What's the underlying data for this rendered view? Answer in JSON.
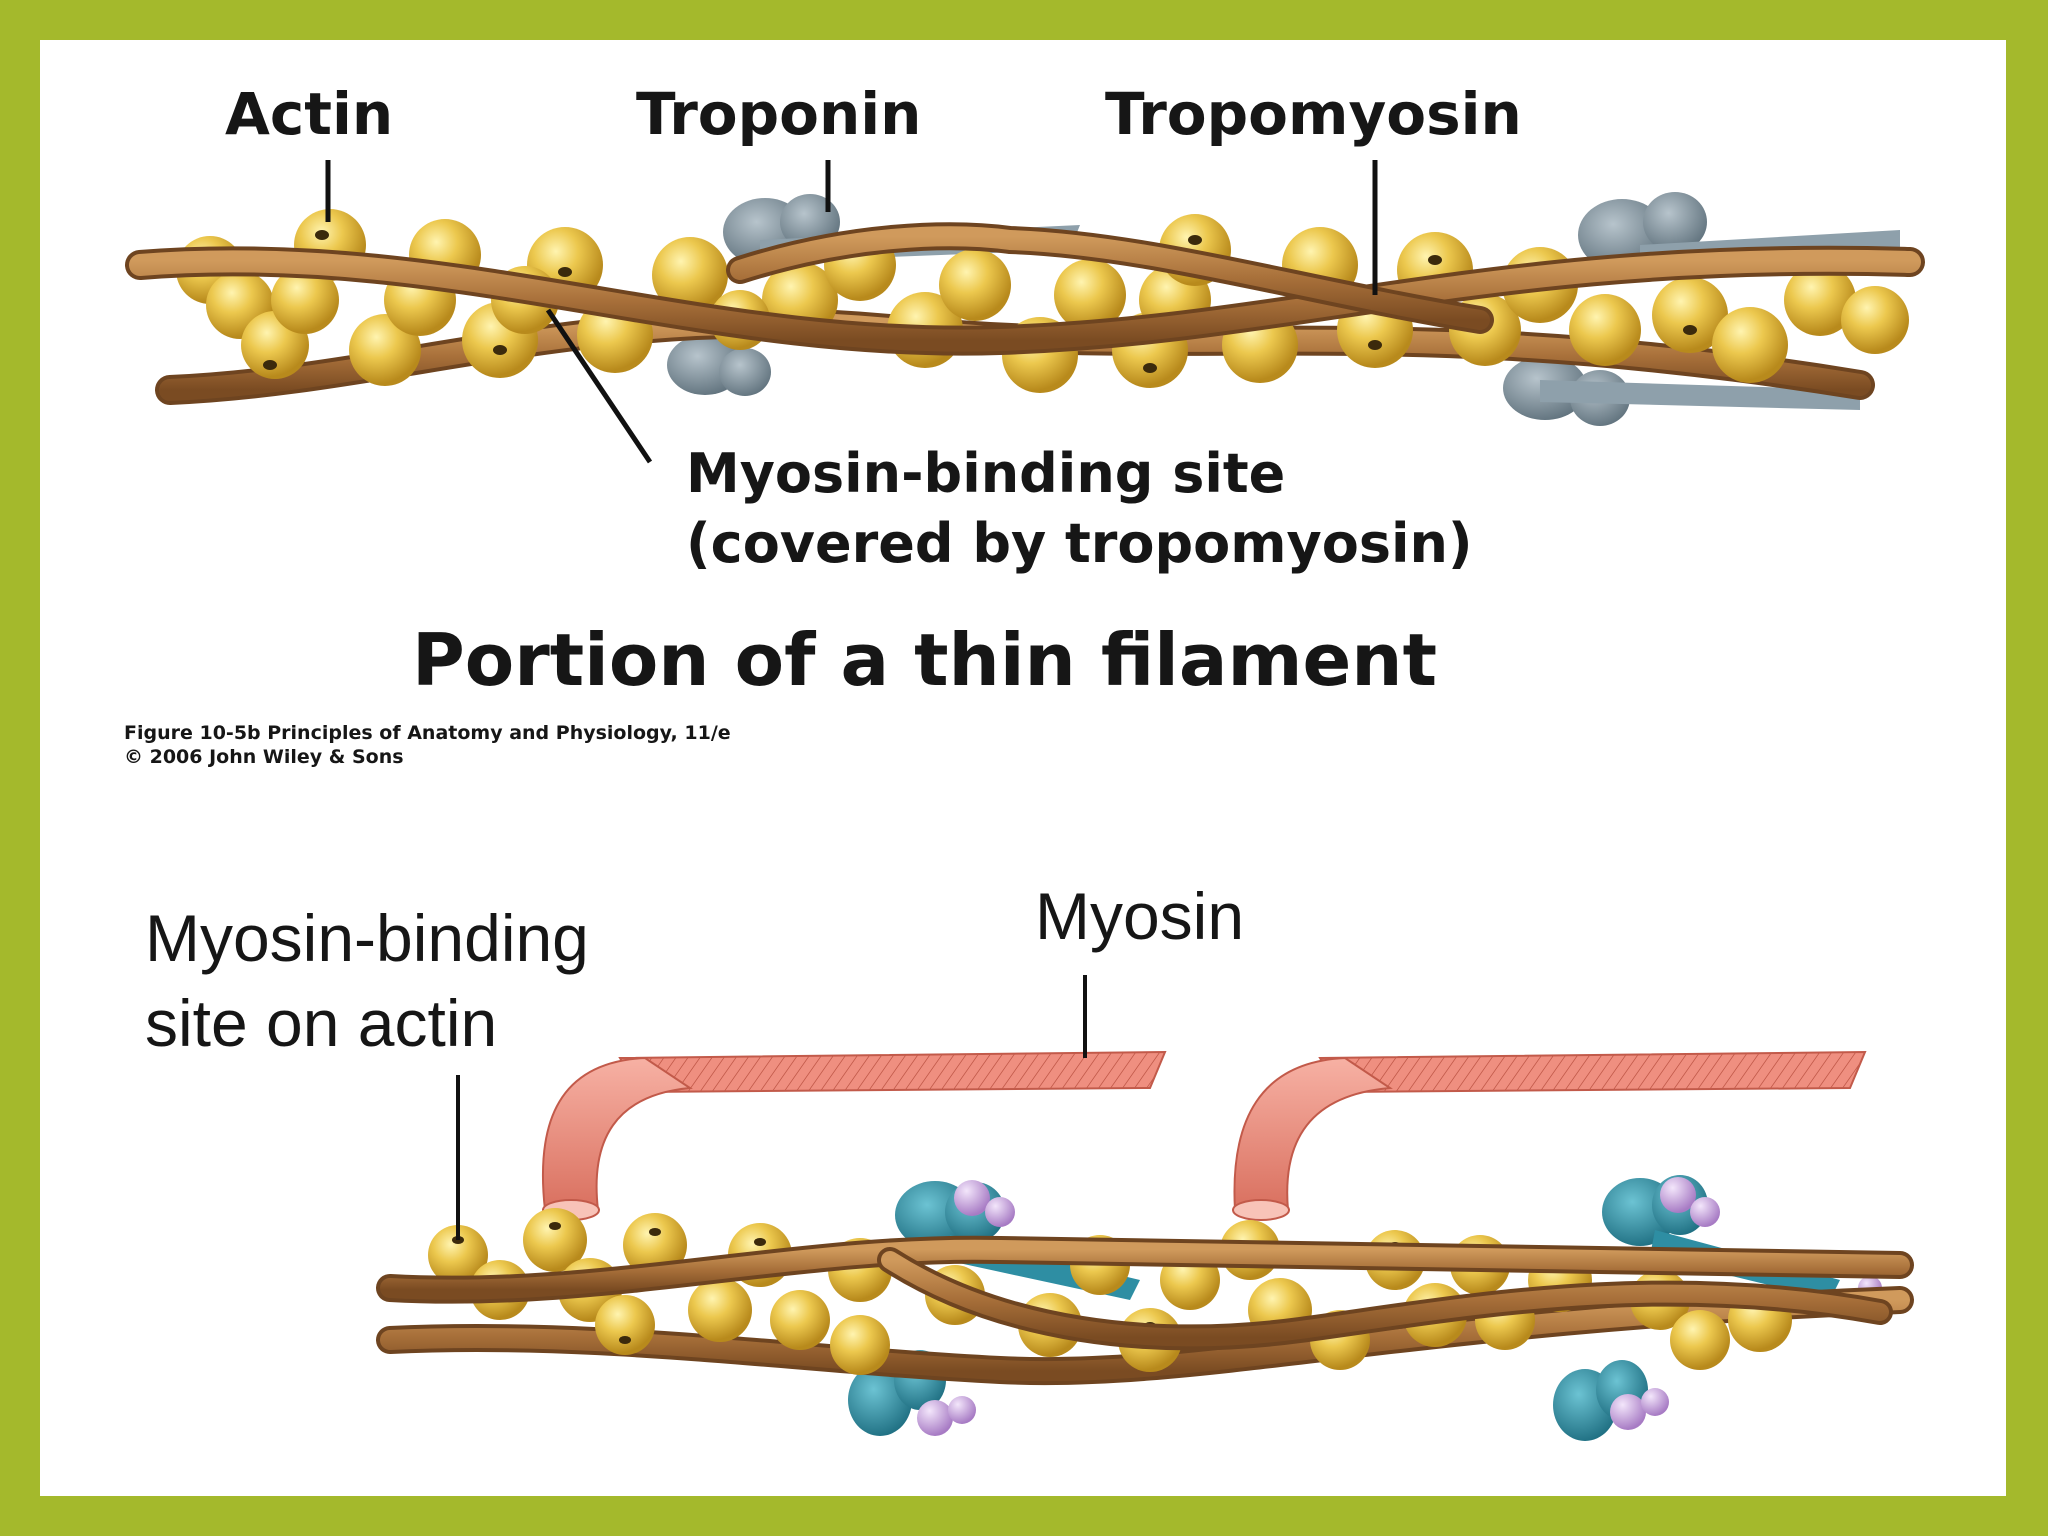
{
  "figure_top": {
    "labels": {
      "actin": "Actin",
      "troponin": "Troponin",
      "tropomyosin": "Tropomyosin",
      "binding_site_line1": "Myosin-binding site",
      "binding_site_line2": "(covered by tropomyosin)"
    },
    "title": "Portion of a thin filament",
    "credit_line1": "Figure 10-5b Principles of Anatomy and Physiology, 11/e",
    "credit_line2": "© 2006 John Wiley & Sons"
  },
  "figure_bottom": {
    "labels": {
      "binding_site_line1": "Myosin-binding",
      "binding_site_line2": "site on actin",
      "myosin": "Myosin"
    }
  },
  "colors": {
    "frame": "#a4b92c",
    "actin_bead": "#e9c44a",
    "tropomyosin_strand": "#a8703a",
    "troponin_top": "#7f93a0",
    "troponin_bottom": "#2e8ea3",
    "troponin_ball": "#c9a6dc",
    "myosin": "#ef8f80"
  }
}
